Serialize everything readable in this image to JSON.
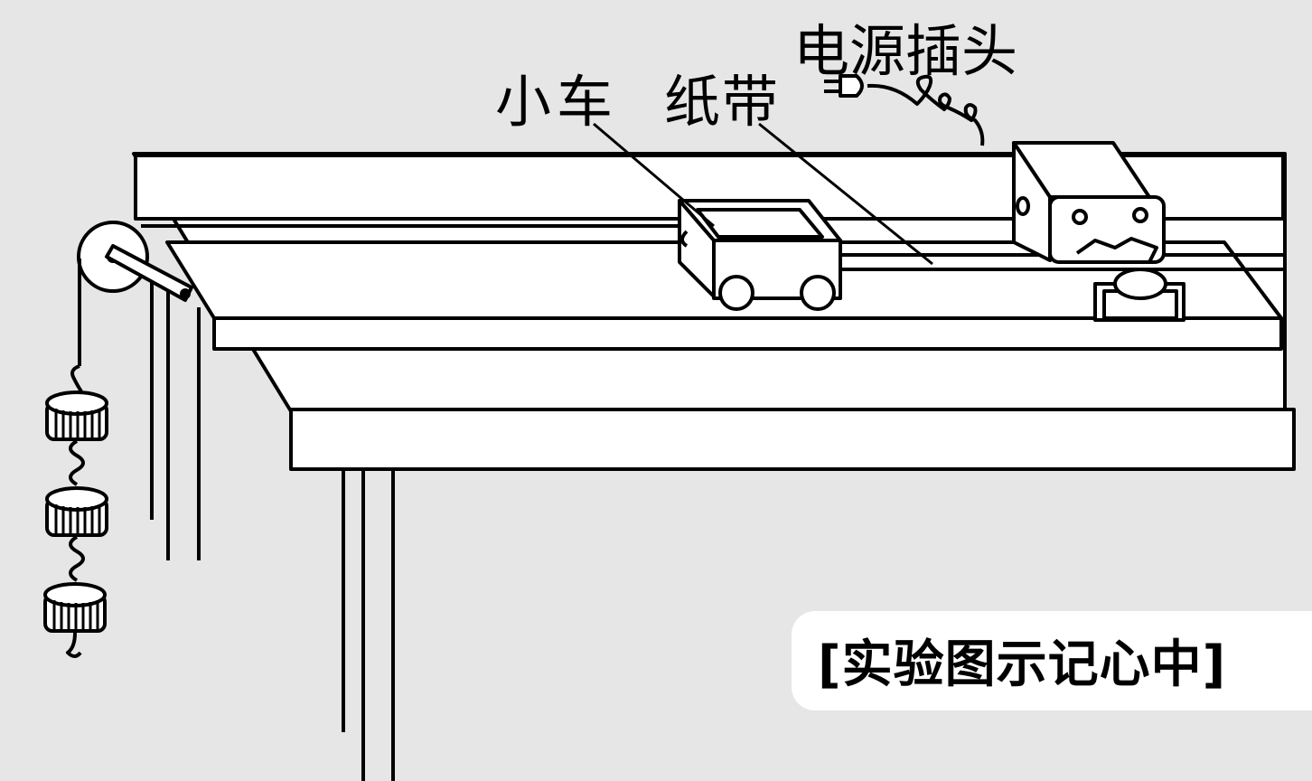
{
  "labels": {
    "cart": "小车",
    "paper_tape": "纸带",
    "power_plug": "电源插头"
  },
  "caption": "[实验图示记心中]",
  "colors": {
    "background": "#e6e6e6",
    "line": "#000000",
    "fill": "#ffffff"
  }
}
